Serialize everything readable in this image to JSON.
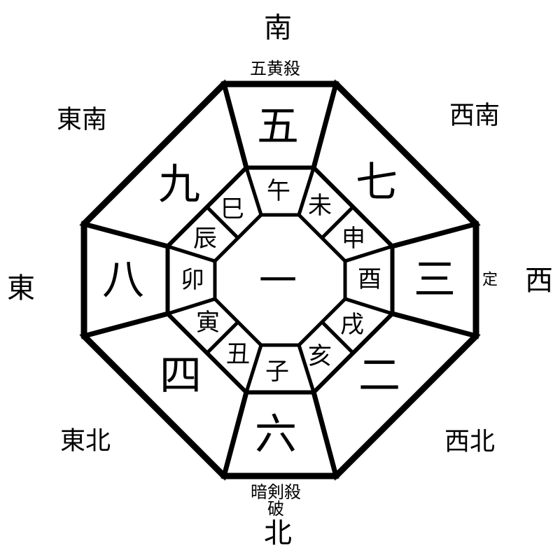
{
  "colors": {
    "shaded_fill": "#c9c9c9",
    "line": "#000000",
    "warning": "#a34a4a"
  },
  "compass": {
    "south": "南",
    "southeast": "東南",
    "southwest": "西南",
    "east": "東",
    "west": "西",
    "northeast": "東北",
    "northwest": "西北",
    "north": "北"
  },
  "annotations": {
    "south_warning": "五黄殺",
    "west_marker": "定",
    "north_warning_line1": "暗剣殺",
    "north_warning_line2": "破"
  },
  "stars": {
    "center": "一",
    "south": "五",
    "southwest": "七",
    "west": "三",
    "northwest": "二",
    "north": "六",
    "northeast": "四",
    "east": "八",
    "southeast": "九"
  },
  "branches": {
    "uma": "午",
    "hitsuji": "未",
    "saru": "申",
    "tori": "酉",
    "inu": "戌",
    "inoshishi": "亥",
    "ne": "子",
    "ushi": "丑",
    "tora": "寅",
    "usagi": "卯",
    "tatsu": "辰",
    "mi": "巳"
  }
}
